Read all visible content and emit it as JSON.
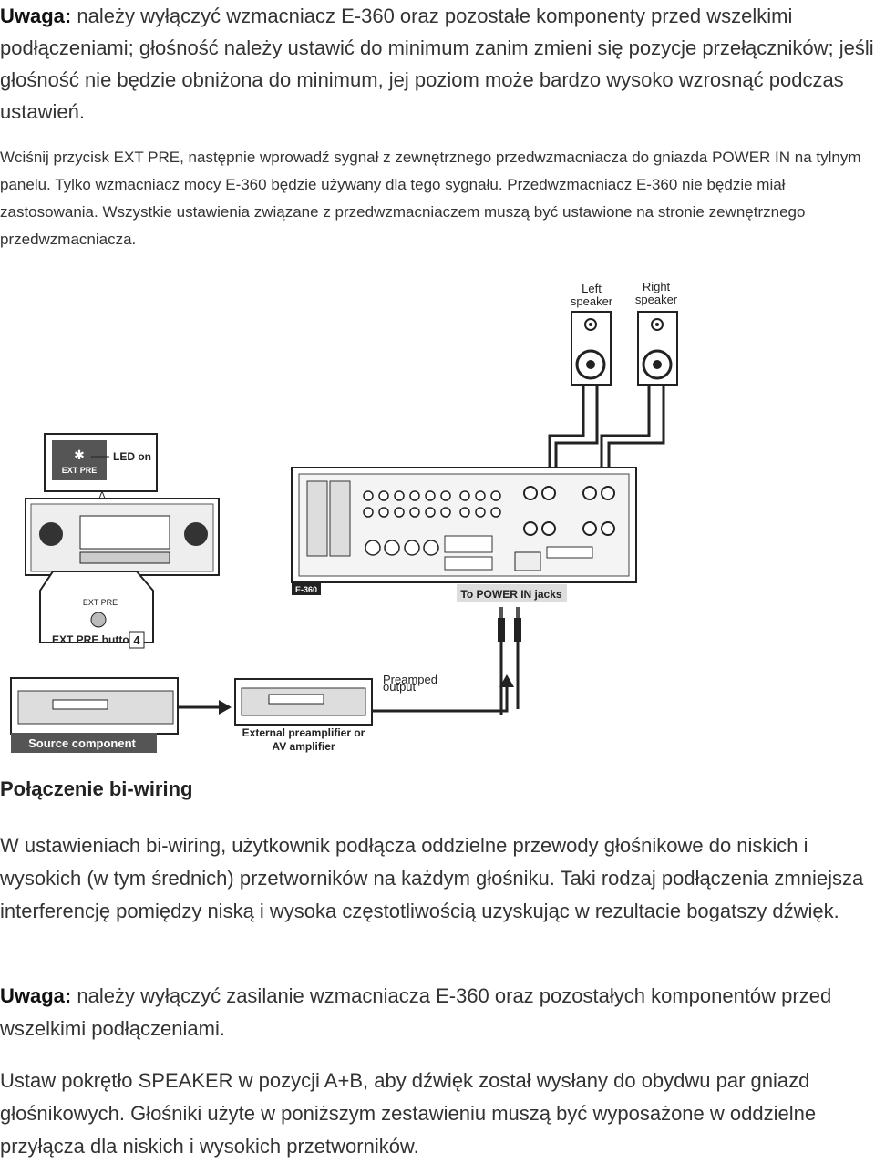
{
  "para1": {
    "label": "Uwaga:",
    "text": " należy wyłączyć wzmacniacz E-360 oraz pozostałe komponenty przed wszelkimi podłączeniami; głośność należy ustawić do minimum zanim zmieni się pozycje przełączników; jeśli głośność nie będzie obniżona do minimum, jej poziom może bardzo wysoko wzrosnąć podczas ustawień."
  },
  "para2": "Wciśnij przycisk EXT PRE, następnie wprowadź sygnał z zewnętrznego przedwzmacniacza do gniazda POWER IN na tylnym panelu. Tylko wzmacniacz mocy E-360 będzie używany dla tego sygnału. Przedwzmacniacz E-360 nie będzie miał zastosowania. Wszystkie ustawienia związane z przedwzmacniaczem muszą być ustawione na stronie zewnętrznego przedwzmacniacza.",
  "diagram": {
    "left_speaker": [
      "Left",
      "speaker"
    ],
    "right_speaker": [
      "Right",
      "speaker"
    ],
    "led_on": "LED on",
    "ext_pre_small": "EXT PRE",
    "ext_pre_label": "EXT PRE",
    "ext_pre_button": "EXT PRE button",
    "step_number": "4",
    "model_tag": "E-360",
    "power_in_jacks": "To POWER IN jacks",
    "preamped_output": [
      "Preamped",
      "output"
    ],
    "ext_preamp": [
      "External preamplifier or",
      "AV amplifier"
    ],
    "source_component": "Source component"
  },
  "heading": "Połączenie bi-wiring",
  "para3": "W ustawieniach bi-wiring, użytkownik podłącza oddzielne przewody głośnikowe do niskich i wysokich (w tym średnich) przetworników na każdym głośniku. Taki rodzaj podłączenia zmniejsza interferencję pomiędzy niską i wysoka częstotliwością uzyskując w rezultacie bogatszy dźwięk.",
  "para4": {
    "label": "Uwaga:",
    "text": " należy wyłączyć zasilanie wzmacniacza E-360 oraz pozostałych komponentów przed wszelkimi podłączeniami."
  },
  "para5": "Ustaw pokrętło SPEAKER w pozycji A+B, aby dźwięk został wysłany do obydwu par gniazd głośnikowych. Głośniki użyte w poniższym zestawieniu muszą być wyposażone w oddzielne przyłącza dla niskich i wysokich przetworników."
}
